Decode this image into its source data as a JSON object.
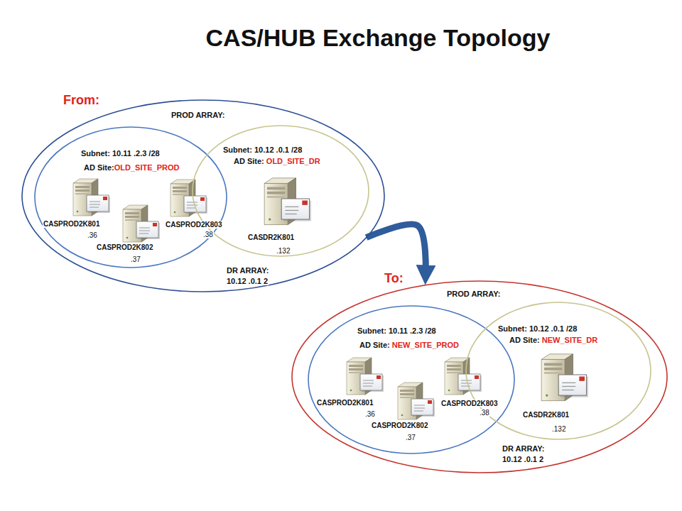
{
  "diagram": {
    "title": "CAS/HUB Exchange Topology",
    "nodes": [
      {
        "text": [
          "PROD ARRAY:"
        ]
      },
      {
        "text": [
          "Subnet: 10.11 .2.3 /28",
          "AD Site:OLD_SITE_PROD"
        ],
        "in": 0
      },
      {
        "text": [
          "CASPROD2K801",
          ".36"
        ],
        "in": 1
      },
      {
        "text": [
          "CASPROD2K802",
          ".37"
        ],
        "in": 1
      },
      {
        "text": [
          "CASPROD2K803",
          ".38"
        ],
        "in": 1
      },
      {
        "text": [
          "Subnet: 10.12 .0.1 /28",
          "AD Site: OLD_SITE_DR"
        ],
        "in": 0
      },
      {
        "text": [
          "CASDR2K801",
          ".132"
        ],
        "in": 5
      },
      {
        "text": [
          "PROD ARRAY:"
        ]
      },
      {
        "text": [
          "Subnet: 10.11 .2.3 /28",
          "AD Site: NEW_SITE_PROD"
        ],
        "in": 7
      },
      {
        "text": [
          "CASPROD2K801",
          ".36"
        ],
        "in": 8
      },
      {
        "text": [
          "CASPROD2K802",
          ".37"
        ],
        "in": 8
      },
      {
        "text": [
          "CASPROD2K803",
          ".38"
        ],
        "in": 8
      },
      {
        "text": [
          "Subnet: 10.12 .0.1 /28",
          "AD Site: NEW_SITE_DR"
        ],
        "in": 7
      },
      {
        "text": [
          "CASDR2K801",
          ".132"
        ],
        "in": 12
      }
    ],
    "edges": [
      {
        "from": 0,
        "to": 7,
        "arrow": "to"
      }
    ],
    "labels": [
      "From:",
      "DR ARRAY:",
      "10.12 .0.1 2",
      "To:",
      "DR ARRAY:",
      "10.12 .0.1 2"
    ]
  }
}
